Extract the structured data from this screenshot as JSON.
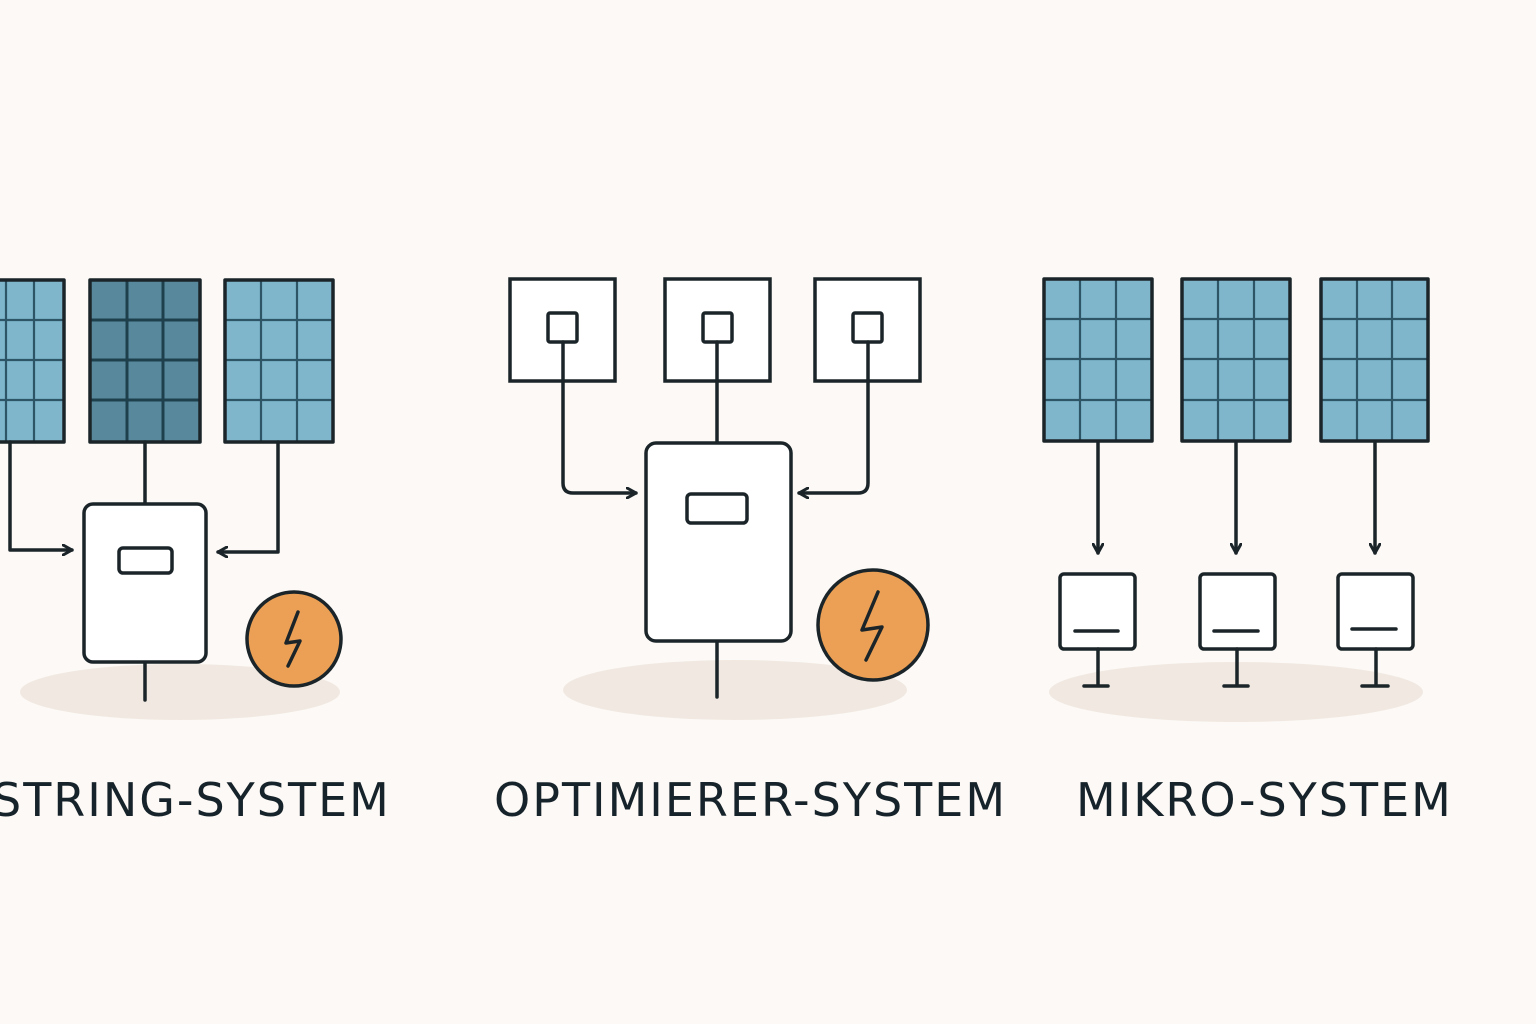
{
  "colors": {
    "background": "#fcf9f6",
    "panel_light": "#7fb6cc",
    "panel_dark": "#58889c",
    "lightning_badge": "#eba055",
    "ink": "#1b2529",
    "shadow": "#f1e9e1"
  },
  "systems": [
    {
      "label": "STRING-SYSTEM",
      "icons": [
        "solar-panel-icon",
        "solar-panel-icon",
        "solar-panel-icon",
        "inverter-icon",
        "lightning-icon"
      ]
    },
    {
      "label": "OPTIMIERER-SYSTEM",
      "icons": [
        "optimizer-icon",
        "optimizer-icon",
        "optimizer-icon",
        "inverter-icon",
        "lightning-icon"
      ]
    },
    {
      "label": "MIKRO-SYSTEM",
      "icons": [
        "solar-panel-icon",
        "solar-panel-icon",
        "solar-panel-icon",
        "microinverter-icon",
        "microinverter-icon",
        "microinverter-icon"
      ]
    }
  ]
}
